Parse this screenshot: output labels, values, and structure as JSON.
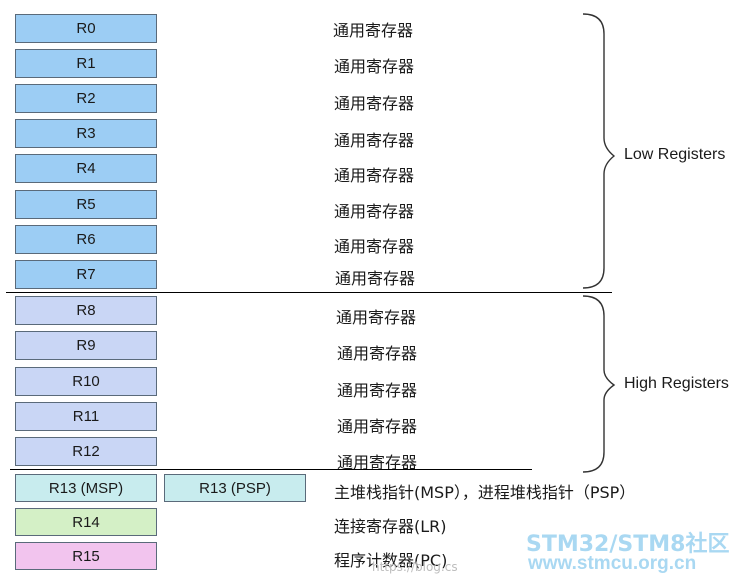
{
  "registers": {
    "r0": "R0",
    "r1": "R1",
    "r2": "R2",
    "r3": "R3",
    "r4": "R4",
    "r5": "R5",
    "r6": "R6",
    "r7": "R7",
    "r8": "R8",
    "r9": "R9",
    "r10": "R10",
    "r11": "R11",
    "r12": "R12",
    "r13_msp": "R13 (MSP)",
    "r13_psp": "R13 (PSP)",
    "r14": "R14",
    "r15": "R15"
  },
  "descriptions": {
    "general": "通用寄存器",
    "sp": "主堆栈指针(MSP），进程堆栈指针（PSP）",
    "lr": "连接寄存器(LR)",
    "pc": "程序计数器(PC)"
  },
  "groups": {
    "low": "Low Registers",
    "high": "High Registers"
  },
  "watermark": {
    "brand": "STM32/STM8社区",
    "site": "www.stmcu.org.cn",
    "url": "https://blog.cs"
  },
  "colors": {
    "low_fill": "#9ccdf4",
    "high_fill": "#c9d6f5",
    "sp_fill": "#c8ecee",
    "lr_fill": "#d4f0c6",
    "pc_fill": "#f2c4ee"
  }
}
